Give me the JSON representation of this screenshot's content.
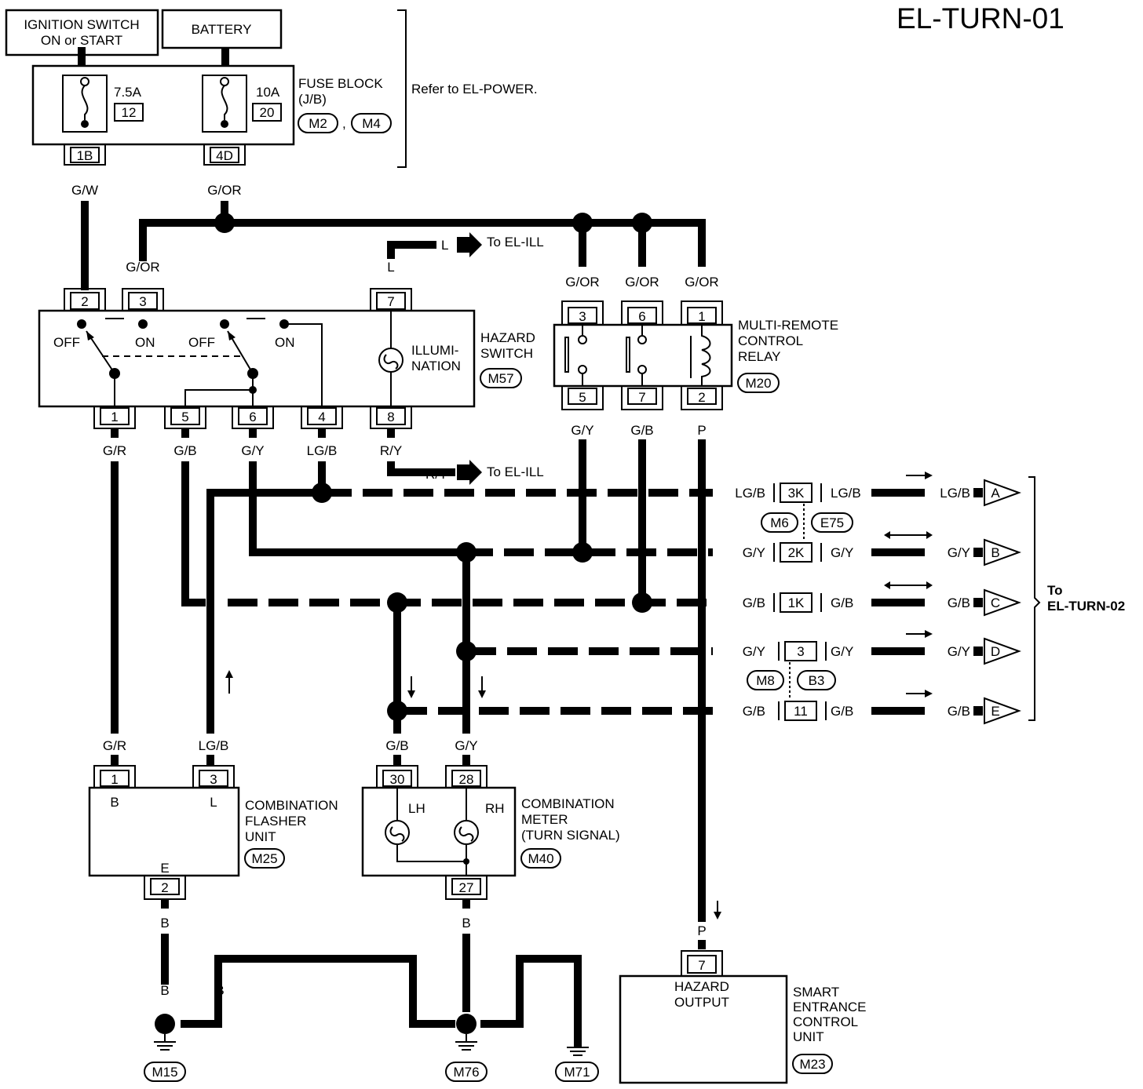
{
  "diagram": {
    "page_id": "EL-TURN-01",
    "sources": {
      "ignition": "IGNITION SWITCH\nON or START",
      "battery": "BATTERY"
    },
    "fuse_block": {
      "title": "FUSE BLOCK\n(J/B)",
      "fuse_a_rating": "7.5A",
      "fuse_a_num": "12",
      "fuse_a_pin": "1B",
      "fuse_b_rating": "10A",
      "fuse_b_num": "20",
      "fuse_b_pin": "4D",
      "conn1": "M2",
      "conn2": "M4",
      "sep": ",",
      "note": "Refer to EL-POWER."
    },
    "hazard_switch": {
      "title": "HAZARD\nSWITCH",
      "conn": "M57",
      "off": "OFF",
      "on": "ON",
      "illum": "ILLUMI-\nNATION",
      "pins_top": [
        "2",
        "3",
        "7"
      ],
      "pins_bottom": [
        "1",
        "5",
        "6",
        "4",
        "8"
      ]
    },
    "relay": {
      "title": "MULTI-REMOTE\nCONTROL\nRELAY",
      "conn": "M20",
      "pins_top": [
        "3",
        "6",
        "1"
      ],
      "pins_bottom": [
        "5",
        "7",
        "2"
      ]
    },
    "flasher": {
      "title": "COMBINATION\nFLASHER\nUNIT",
      "conn": "M25",
      "pin1": "1",
      "pin3": "3",
      "pin2": "2",
      "b": "B",
      "l": "L",
      "e": "E"
    },
    "meter": {
      "title": "COMBINATION\nMETER\n(TURN SIGNAL)",
      "conn": "M40",
      "pin30": "30",
      "pin28": "28",
      "pin27": "27",
      "lh": "LH",
      "rh": "RH"
    },
    "secu": {
      "title": "SMART\nENTRANCE\nCONTROL\nUNIT",
      "conn": "M23",
      "pin": "7",
      "inner": "HAZARD\nOUTPUT"
    },
    "grounds": [
      "M15",
      "M76",
      "M71"
    ],
    "wires": {
      "gw": "G/W",
      "gor": "G/OR",
      "l": "L",
      "gr": "G/R",
      "gb": "G/B",
      "gy": "G/Y",
      "lgb": "LG/B",
      "ry": "R/Y",
      "p": "P",
      "b": "B",
      "to_ill": "To EL-ILL"
    },
    "connectors": {
      "c3k": "3K",
      "c2k": "2K",
      "c1k": "1K",
      "c3": "3",
      "c11": "11",
      "m6": "M6",
      "e75": "E75",
      "m8": "M8",
      "b3": "B3"
    },
    "outputs": [
      "A",
      "B",
      "C",
      "D",
      "E"
    ],
    "to_turn02": "To\nEL-TURN-02"
  }
}
